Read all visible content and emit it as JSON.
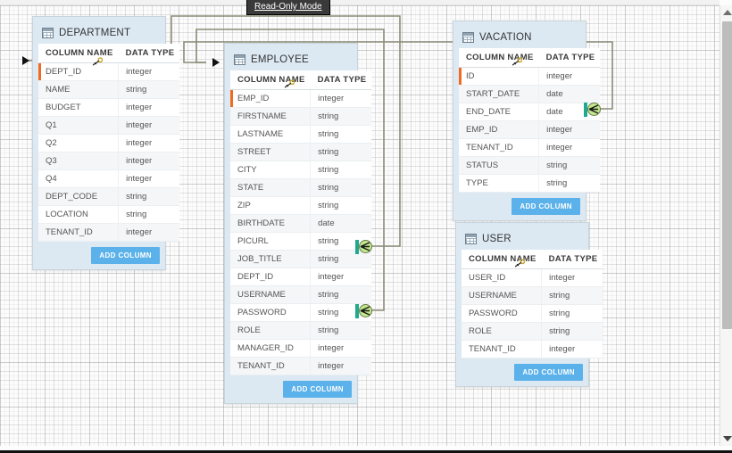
{
  "app": {
    "mode_tooltip": "Read-Only Mode",
    "accent_button": "#5bb1ea",
    "header_bg": "#dce9f3",
    "pk_marker": "#f26a21",
    "fk_bar": "#1fa98f",
    "fk_dot": "#c3e88d",
    "link_color": "#8c8c78"
  },
  "common": {
    "col_header_name": "COLUMN NAME",
    "col_header_type": "DATA TYPE",
    "add_column_label": "ADD COLUMN",
    "table_icon": "table-icon",
    "key_icon": "key-icon",
    "unique_icon": "unique-index-icon"
  },
  "entities": [
    {
      "id": "department",
      "name": "DEPARTMENT",
      "columns": [
        {
          "name": "DEPT_ID",
          "type": "integer",
          "key": "primary"
        },
        {
          "name": "NAME",
          "type": "string",
          "key": ""
        },
        {
          "name": "BUDGET",
          "type": "integer",
          "key": ""
        },
        {
          "name": "Q1",
          "type": "integer",
          "key": ""
        },
        {
          "name": "Q2",
          "type": "integer",
          "key": ""
        },
        {
          "name": "Q3",
          "type": "integer",
          "key": ""
        },
        {
          "name": "Q4",
          "type": "integer",
          "key": ""
        },
        {
          "name": "DEPT_CODE",
          "type": "string",
          "key": "unique"
        },
        {
          "name": "LOCATION",
          "type": "string",
          "key": ""
        },
        {
          "name": "TENANT_ID",
          "type": "integer",
          "key": ""
        }
      ]
    },
    {
      "id": "employee",
      "name": "EMPLOYEE",
      "columns": [
        {
          "name": "EMP_ID",
          "type": "integer",
          "key": "primary"
        },
        {
          "name": "FIRSTNAME",
          "type": "string",
          "key": ""
        },
        {
          "name": "LASTNAME",
          "type": "string",
          "key": ""
        },
        {
          "name": "STREET",
          "type": "string",
          "key": ""
        },
        {
          "name": "CITY",
          "type": "string",
          "key": ""
        },
        {
          "name": "STATE",
          "type": "string",
          "key": ""
        },
        {
          "name": "ZIP",
          "type": "string",
          "key": ""
        },
        {
          "name": "BIRTHDATE",
          "type": "date",
          "key": ""
        },
        {
          "name": "PICURL",
          "type": "string",
          "key": ""
        },
        {
          "name": "JOB_TITLE",
          "type": "string",
          "key": ""
        },
        {
          "name": "DEPT_ID",
          "type": "integer",
          "key": "foreign"
        },
        {
          "name": "USERNAME",
          "type": "string",
          "key": ""
        },
        {
          "name": "PASSWORD",
          "type": "string",
          "key": ""
        },
        {
          "name": "ROLE",
          "type": "string",
          "key": ""
        },
        {
          "name": "MANAGER_ID",
          "type": "integer",
          "key": "foreign"
        },
        {
          "name": "TENANT_ID",
          "type": "integer",
          "key": ""
        }
      ]
    },
    {
      "id": "vacation",
      "name": "VACATION",
      "columns": [
        {
          "name": "ID",
          "type": "integer",
          "key": "primary"
        },
        {
          "name": "START_DATE",
          "type": "date",
          "key": ""
        },
        {
          "name": "END_DATE",
          "type": "date",
          "key": ""
        },
        {
          "name": "EMP_ID",
          "type": "integer",
          "key": "foreign"
        },
        {
          "name": "TENANT_ID",
          "type": "integer",
          "key": ""
        },
        {
          "name": "STATUS",
          "type": "string",
          "key": ""
        },
        {
          "name": "TYPE",
          "type": "string",
          "key": ""
        }
      ]
    },
    {
      "id": "user",
      "name": "USER",
      "columns": [
        {
          "name": "USER_ID",
          "type": "integer",
          "key": "primary"
        },
        {
          "name": "USERNAME",
          "type": "string",
          "key": ""
        },
        {
          "name": "PASSWORD",
          "type": "string",
          "key": ""
        },
        {
          "name": "ROLE",
          "type": "string",
          "key": ""
        },
        {
          "name": "TENANT_ID",
          "type": "integer",
          "key": ""
        }
      ]
    }
  ],
  "relationships": [
    {
      "from": "employee.DEPT_ID",
      "to": "department.DEPT_ID"
    },
    {
      "from": "employee.MANAGER_ID",
      "to": "employee.EMP_ID"
    },
    {
      "from": "vacation.EMP_ID",
      "to": "employee.EMP_ID"
    }
  ]
}
